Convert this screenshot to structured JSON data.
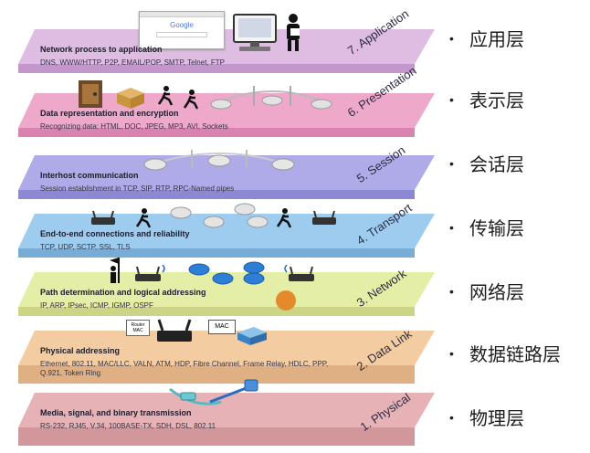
{
  "layers": [
    {
      "name": "7. Application",
      "title": "Network process to application",
      "protocols": "DNS, WWW/HTTP, P2P, EMAIL/POP, SMTP, Telnet, FTP",
      "zh": "应用层",
      "color": "#d9b1de"
    },
    {
      "name": "6. Presentation",
      "title": "Data representation and encryption",
      "protocols": "Recognizing data: HTML, DOC, JPEG, MP3, AVI, Sockets",
      "zh": "表示层",
      "color": "#ec9ec4"
    },
    {
      "name": "5. Session",
      "title": "Interhost communication",
      "protocols": "Session establishment in TCP, SIP, RTP, RPC-Named pipes",
      "zh": "会话层",
      "color": "#a6a2e6"
    },
    {
      "name": "4. Transport",
      "title": "End-to-end connections and reliability",
      "protocols": "TCP, UDP, SCTP, SSL, TLS",
      "zh": "传输层",
      "color": "#92c6ec"
    },
    {
      "name": "3. Network",
      "title": "Path determination and logical addressing",
      "protocols": "IP, ARP, IPsec, ICMP, IGMP, OSPF",
      "zh": "网络层",
      "color": "#e3eda2"
    },
    {
      "name": "2. Data Link",
      "title": "Physical addressing",
      "protocols": "Ethernet, 802.11, MAC/LLC, VALN, ATM, HDP, Fibre Channel, Frame Relay, HDLC,  PPP, Q.921, Token Ring",
      "zh": "数据链路层",
      "color": "#f3c99c"
    },
    {
      "name": "1. Physical",
      "title": "Media, signal, and binary transmission",
      "protocols": "RS-232, RJ45, V.34, 100BASE-TX, SDH, DSL, 802.11",
      "zh": "物理层",
      "color": "#e6aeb1"
    }
  ],
  "bullet": "•",
  "icon_labels": {
    "google": "Google",
    "router_mac": "Router MAC",
    "mac_tag": "MAC"
  }
}
